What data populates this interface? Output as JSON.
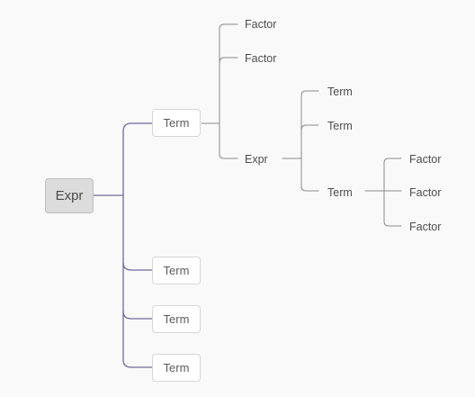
{
  "diagram": {
    "root": {
      "label": "Expr"
    },
    "level1": [
      {
        "label": "Term"
      },
      {
        "label": "Term"
      },
      {
        "label": "Term"
      },
      {
        "label": "Term"
      }
    ],
    "term1_children": [
      {
        "label": "Factor"
      },
      {
        "label": "Factor"
      },
      {
        "label": "Expr"
      }
    ],
    "expr2_children": [
      {
        "label": "Term"
      },
      {
        "label": "Term"
      },
      {
        "label": "Term"
      }
    ],
    "term3_children": [
      {
        "label": "Factor"
      },
      {
        "label": "Factor"
      },
      {
        "label": "Factor"
      }
    ],
    "colors": {
      "main_edge": "#6f6a9a",
      "sub_edge": "#8a8a8a",
      "root_fill": "#dcdcdc",
      "term_border": "#d6d6d6"
    }
  }
}
